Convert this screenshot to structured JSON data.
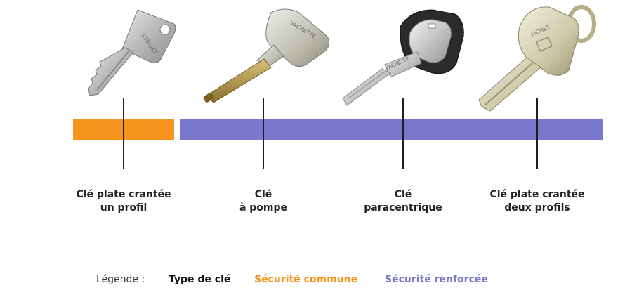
{
  "keys": [
    {
      "name": "cle-plate-crantee-un-profil",
      "line1": "Clé plate crantée",
      "line2": "un profil",
      "security": "commune"
    },
    {
      "name": "cle-a-pompe",
      "line1": "Clé",
      "line2": "à pompe",
      "security": "renforcee"
    },
    {
      "name": "cle-paracentrique",
      "line1": "Clé",
      "line2": "paracentrique",
      "security": "renforcee"
    },
    {
      "name": "cle-plate-crantee-deux-profils",
      "line1": "Clé plate crantée",
      "line2": "deux profils",
      "security": "renforcee"
    }
  ],
  "legend": {
    "title": "Légende :",
    "type": "Type de clé",
    "commune": "Sécurité commune",
    "renforcee": "Sécurité renforcée"
  },
  "colors": {
    "commune": "#F7941D",
    "renforcee": "#7A78CC",
    "tick": "#1E1E1E"
  }
}
